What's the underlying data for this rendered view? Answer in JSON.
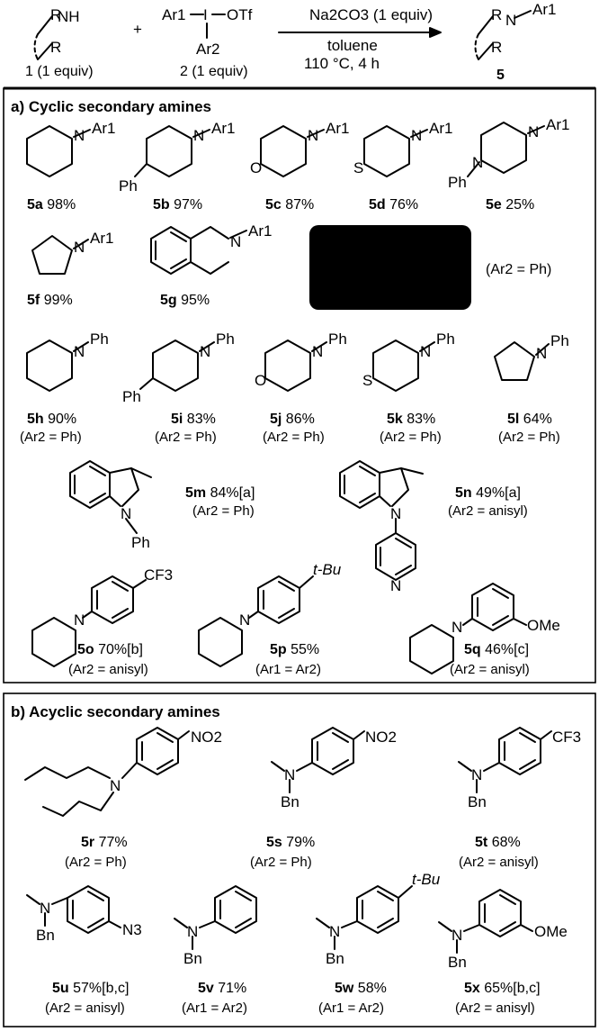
{
  "reaction": {
    "reagent": "Na2CO3 (1 equiv)",
    "solvent": "toluene",
    "conditions": "110 °C, 4 h",
    "amine_label": "1 (1 equiv)",
    "iodonium_label": "2 (1 equiv)",
    "product_label": "5",
    "plus": "+"
  },
  "sections": {
    "a_title": "a) Cyclic secondary amines",
    "b_title": "b) Acyclic secondary amines"
  },
  "legend": {
    "ar1_def": "Ar1 =",
    "ar2_note": "(Ar2 = Ph)",
    "nitro": "NO2"
  },
  "compounds_a": [
    {
      "id": "5a",
      "yield": "98%",
      "note": ""
    },
    {
      "id": "5b",
      "yield": "97%",
      "note": ""
    },
    {
      "id": "5c",
      "yield": "87%",
      "note": ""
    },
    {
      "id": "5d",
      "yield": "76%",
      "note": ""
    },
    {
      "id": "5e",
      "yield": "25%",
      "note": ""
    },
    {
      "id": "5f",
      "yield": "99%",
      "note": ""
    },
    {
      "id": "5g",
      "yield": "95%",
      "note": ""
    },
    {
      "id": "5h",
      "yield": "90%",
      "note": "(Ar2 = Ph)"
    },
    {
      "id": "5i",
      "yield": "83%",
      "note": "(Ar2 = Ph)"
    },
    {
      "id": "5j",
      "yield": "86%",
      "note": "(Ar2 = Ph)"
    },
    {
      "id": "5k",
      "yield": "83%",
      "note": "(Ar2 = Ph)"
    },
    {
      "id": "5l",
      "yield": "64%",
      "note": "(Ar2 = Ph)"
    },
    {
      "id": "5m",
      "yield": "84%[a]",
      "note": "(Ar2 = Ph)"
    },
    {
      "id": "5n",
      "yield": "49%[a]",
      "note": "(Ar2 = anisyl)"
    },
    {
      "id": "5o",
      "yield": "70%[b]",
      "note": "(Ar2 = anisyl)"
    },
    {
      "id": "5p",
      "yield": "55%",
      "note": "(Ar1 = Ar2)"
    },
    {
      "id": "5q",
      "yield": "46%[c]",
      "note": "(Ar2 = anisyl)"
    }
  ],
  "compounds_b": [
    {
      "id": "5r",
      "yield": "77%",
      "note": "(Ar2 = Ph)"
    },
    {
      "id": "5s",
      "yield": "79%",
      "note": "(Ar2 = Ph)"
    },
    {
      "id": "5t",
      "yield": "68%",
      "note": "(Ar2 = anisyl)"
    },
    {
      "id": "5u",
      "yield": "57%[b,c]",
      "note": "(Ar2 = anisyl)"
    },
    {
      "id": "5v",
      "yield": "71%",
      "note": "(Ar1 = Ar2)"
    },
    {
      "id": "5w",
      "yield": "58%",
      "note": "(Ar1 = Ar2)"
    },
    {
      "id": "5x",
      "yield": "65%[b,c]",
      "note": "(Ar2 = anisyl)"
    }
  ],
  "atoms": {
    "N": "N",
    "O": "O",
    "S": "S",
    "Ph": "Ph",
    "Bn": "Bn",
    "CF3": "CF3",
    "tBu": "t-Bu",
    "OMe": "OMe",
    "N3": "N3",
    "Ar1": "Ar1",
    "Ar2": "Ar2",
    "OTf": "OTf",
    "I": "I",
    "NH": "NH",
    "R": "R"
  }
}
